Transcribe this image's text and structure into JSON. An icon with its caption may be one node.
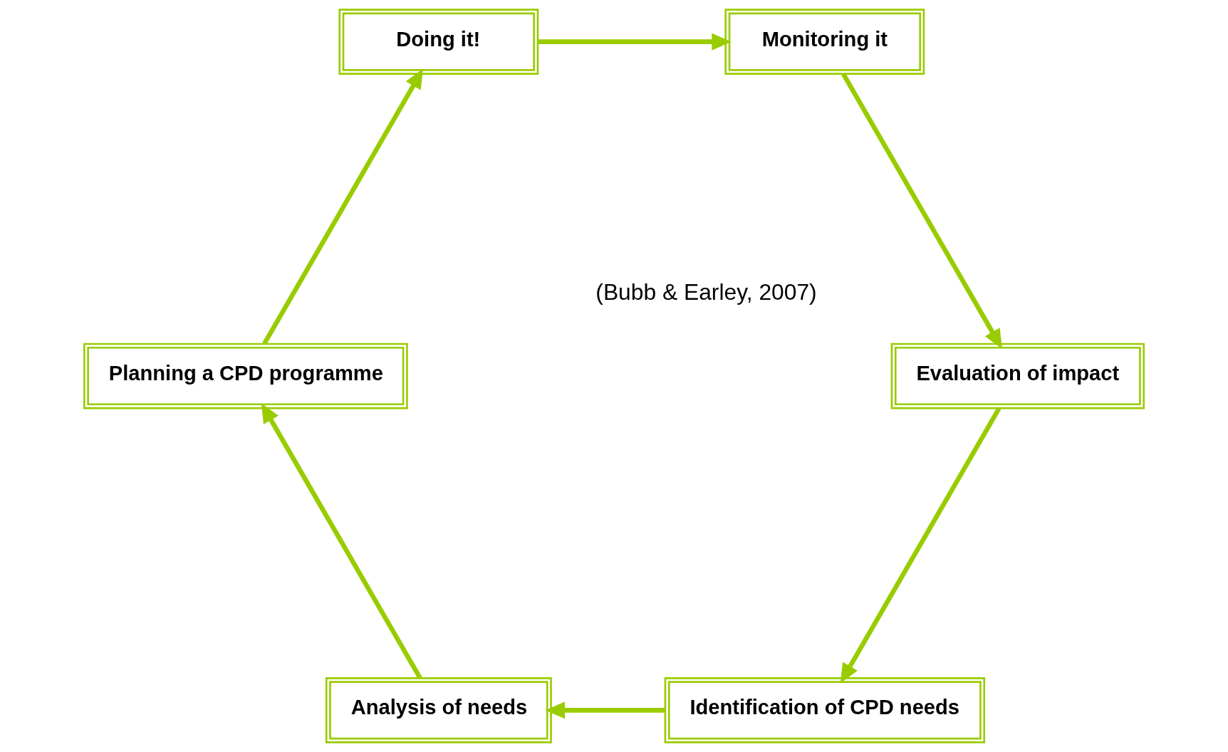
{
  "diagram": {
    "nodes": [
      {
        "text": [
          "Identification of CPD needs"
        ]
      },
      {
        "text": [
          "Analysis of needs"
        ]
      },
      {
        "text": [
          "Planning a CPD programme"
        ]
      },
      {
        "text": [
          "Doing it!"
        ]
      },
      {
        "text": [
          "Monitoring it"
        ]
      },
      {
        "text": [
          "Evaluation of impact"
        ]
      }
    ],
    "edges": [
      {
        "from": 0,
        "to": 1,
        "arrow": "to"
      },
      {
        "from": 1,
        "to": 2,
        "arrow": "to"
      },
      {
        "from": 2,
        "to": 3,
        "arrow": "to"
      },
      {
        "from": 3,
        "to": 4,
        "arrow": "to"
      },
      {
        "from": 4,
        "to": 5,
        "arrow": "to"
      },
      {
        "from": 5,
        "to": 0,
        "arrow": "to"
      }
    ],
    "labels": [
      "(Bubb & Earley, 2007)"
    ]
  }
}
